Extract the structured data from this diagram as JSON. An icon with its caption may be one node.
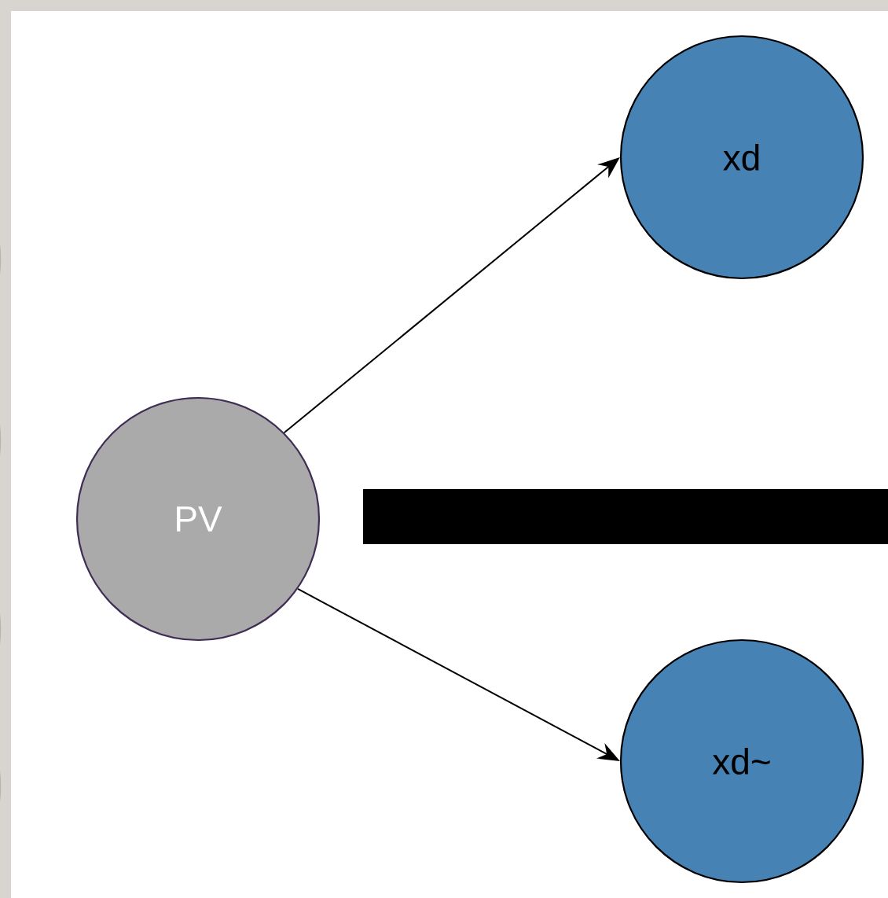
{
  "diagram": {
    "nodes": [
      {
        "text": [
          "PV"
        ]
      },
      {
        "text": [
          "xd"
        ]
      },
      {
        "text": [
          "xd~"
        ]
      }
    ],
    "edges": [
      {
        "from": 0,
        "to": 1,
        "arrow": "to"
      },
      {
        "from": 0,
        "to": 2,
        "arrow": "to"
      }
    ]
  }
}
